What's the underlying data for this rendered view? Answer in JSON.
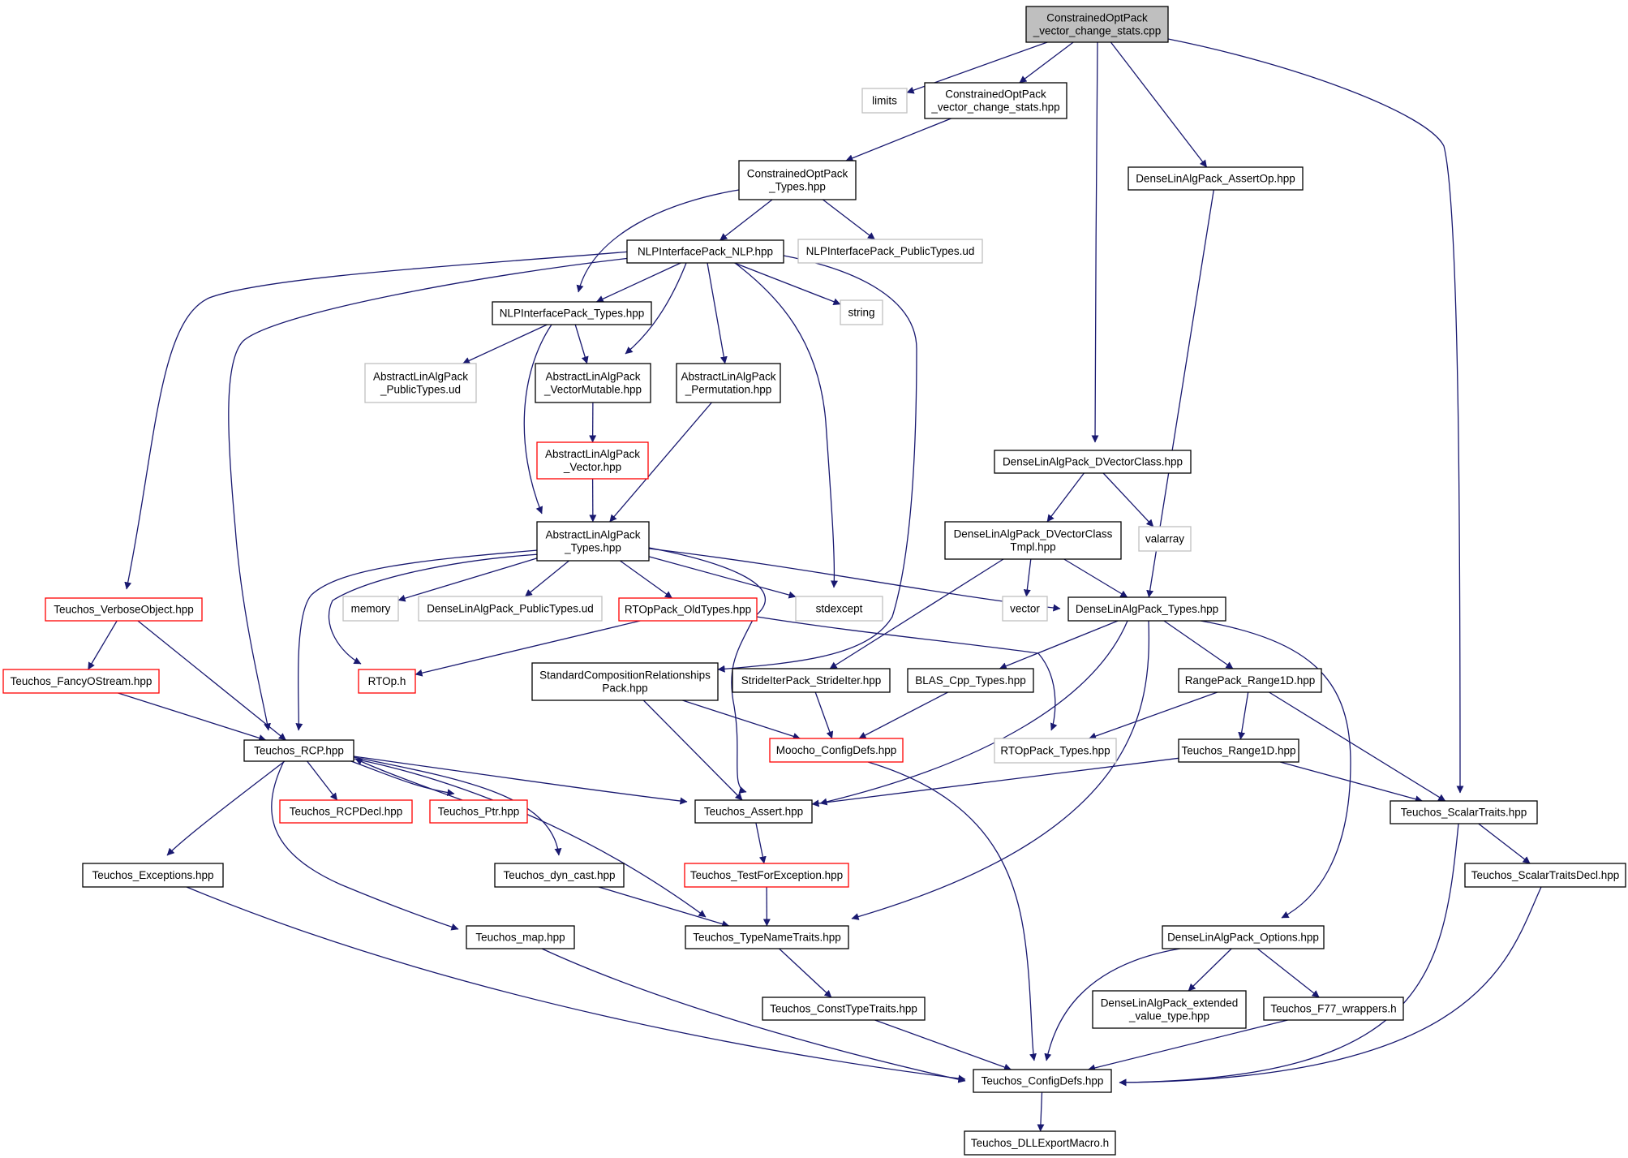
{
  "colors": {
    "edge": "#191970",
    "normal_border": "#000000",
    "external_border": "#bfbfbf",
    "incomplete_border": "#ff0000",
    "root_fill": "#bfbfbf",
    "text": "#000000"
  },
  "nodes": [
    {
      "id": "root",
      "lines": [
        "ConstrainedOptPack",
        "_vector_change_stats.cpp"
      ],
      "kind": "root"
    },
    {
      "id": "limits",
      "lines": [
        "limits"
      ],
      "kind": "external"
    },
    {
      "id": "cop_vcs_hpp",
      "lines": [
        "ConstrainedOptPack",
        "_vector_change_stats.hpp"
      ],
      "kind": "normal"
    },
    {
      "id": "dla_assertop",
      "lines": [
        "DenseLinAlgPack_AssertOp.hpp"
      ],
      "kind": "normal"
    },
    {
      "id": "cop_types",
      "lines": [
        "ConstrainedOptPack",
        "_Types.hpp"
      ],
      "kind": "normal"
    },
    {
      "id": "nlp_nlp",
      "lines": [
        "NLPInterfacePack_NLP.hpp"
      ],
      "kind": "normal"
    },
    {
      "id": "nlp_publictypes",
      "lines": [
        "NLPInterfacePack_PublicTypes.ud"
      ],
      "kind": "external"
    },
    {
      "id": "nlp_types",
      "lines": [
        "NLPInterfacePack_Types.hpp"
      ],
      "kind": "normal"
    },
    {
      "id": "string",
      "lines": [
        "string"
      ],
      "kind": "external"
    },
    {
      "id": "ala_publictypes",
      "lines": [
        "AbstractLinAlgPack",
        "_PublicTypes.ud"
      ],
      "kind": "external"
    },
    {
      "id": "ala_vecmut",
      "lines": [
        "AbstractLinAlgPack",
        "_VectorMutable.hpp"
      ],
      "kind": "normal"
    },
    {
      "id": "ala_perm",
      "lines": [
        "AbstractLinAlgPack",
        "_Permutation.hpp"
      ],
      "kind": "normal"
    },
    {
      "id": "ala_vector",
      "lines": [
        "AbstractLinAlgPack",
        "_Vector.hpp"
      ],
      "kind": "incomplete"
    },
    {
      "id": "dla_dvec",
      "lines": [
        "DenseLinAlgPack_DVectorClass.hpp"
      ],
      "kind": "normal"
    },
    {
      "id": "dla_dvectmpl",
      "lines": [
        "DenseLinAlgPack_DVectorClass",
        "Tmpl.hpp"
      ],
      "kind": "normal"
    },
    {
      "id": "valarray",
      "lines": [
        "valarray"
      ],
      "kind": "external"
    },
    {
      "id": "ala_types",
      "lines": [
        "AbstractLinAlgPack",
        "_Types.hpp"
      ],
      "kind": "normal"
    },
    {
      "id": "verbose",
      "lines": [
        "Teuchos_VerboseObject.hpp"
      ],
      "kind": "incomplete"
    },
    {
      "id": "memory",
      "lines": [
        "memory"
      ],
      "kind": "external"
    },
    {
      "id": "dla_publictypes",
      "lines": [
        "DenseLinAlgPack_PublicTypes.ud"
      ],
      "kind": "external"
    },
    {
      "id": "rtop_oldtypes",
      "lines": [
        "RTOpPack_OldTypes.hpp"
      ],
      "kind": "incomplete"
    },
    {
      "id": "stdexcept",
      "lines": [
        "stdexcept"
      ],
      "kind": "external"
    },
    {
      "id": "vector",
      "lines": [
        "vector"
      ],
      "kind": "external"
    },
    {
      "id": "dla_types",
      "lines": [
        "DenseLinAlgPack_Types.hpp"
      ],
      "kind": "normal"
    },
    {
      "id": "fancyostream",
      "lines": [
        "Teuchos_FancyOStream.hpp"
      ],
      "kind": "incomplete"
    },
    {
      "id": "rtop_h",
      "lines": [
        "RTOp.h"
      ],
      "kind": "incomplete"
    },
    {
      "id": "scrpack",
      "lines": [
        "StandardCompositionRelationships",
        "Pack.hpp"
      ],
      "kind": "normal"
    },
    {
      "id": "strideiter",
      "lines": [
        "StrideIterPack_StrideIter.hpp"
      ],
      "kind": "normal"
    },
    {
      "id": "blas_types",
      "lines": [
        "BLAS_Cpp_Types.hpp"
      ],
      "kind": "normal"
    },
    {
      "id": "range1d_pack",
      "lines": [
        "RangePack_Range1D.hpp"
      ],
      "kind": "normal"
    },
    {
      "id": "rcp",
      "lines": [
        "Teuchos_RCP.hpp"
      ],
      "kind": "normal"
    },
    {
      "id": "moocho_cfg",
      "lines": [
        "Moocho_ConfigDefs.hpp"
      ],
      "kind": "incomplete"
    },
    {
      "id": "rtop_types",
      "lines": [
        "RTOpPack_Types.hpp"
      ],
      "kind": "external"
    },
    {
      "id": "teuchos_range1d",
      "lines": [
        "Teuchos_Range1D.hpp"
      ],
      "kind": "normal"
    },
    {
      "id": "rcpdecl",
      "lines": [
        "Teuchos_RCPDecl.hpp"
      ],
      "kind": "incomplete"
    },
    {
      "id": "ptr",
      "lines": [
        "Teuchos_Ptr.hpp"
      ],
      "kind": "incomplete"
    },
    {
      "id": "assert",
      "lines": [
        "Teuchos_Assert.hpp"
      ],
      "kind": "normal"
    },
    {
      "id": "scalartraits",
      "lines": [
        "Teuchos_ScalarTraits.hpp"
      ],
      "kind": "normal"
    },
    {
      "id": "exceptions",
      "lines": [
        "Teuchos_Exceptions.hpp"
      ],
      "kind": "normal"
    },
    {
      "id": "dyncast",
      "lines": [
        "Teuchos_dyn_cast.hpp"
      ],
      "kind": "normal"
    },
    {
      "id": "testforexc",
      "lines": [
        "Teuchos_TestForException.hpp"
      ],
      "kind": "incomplete"
    },
    {
      "id": "scalartraitsdecl",
      "lines": [
        "Teuchos_ScalarTraitsDecl.hpp"
      ],
      "kind": "normal"
    },
    {
      "id": "map",
      "lines": [
        "Teuchos_map.hpp"
      ],
      "kind": "normal"
    },
    {
      "id": "typenametraits",
      "lines": [
        "Teuchos_TypeNameTraits.hpp"
      ],
      "kind": "normal"
    },
    {
      "id": "dla_options",
      "lines": [
        "DenseLinAlgPack_Options.hpp"
      ],
      "kind": "normal"
    },
    {
      "id": "consttypetraits",
      "lines": [
        "Teuchos_ConstTypeTraits.hpp"
      ],
      "kind": "normal"
    },
    {
      "id": "dla_extvt",
      "lines": [
        "DenseLinAlgPack_extended",
        "_value_type.hpp"
      ],
      "kind": "normal"
    },
    {
      "id": "f77",
      "lines": [
        "Teuchos_F77_wrappers.h"
      ],
      "kind": "normal"
    },
    {
      "id": "configdefs",
      "lines": [
        "Teuchos_ConfigDefs.hpp"
      ],
      "kind": "normal"
    },
    {
      "id": "dllexport",
      "lines": [
        "Teuchos_DLLExportMacro.h"
      ],
      "kind": "normal"
    }
  ],
  "edges": [
    [
      "root",
      "limits"
    ],
    [
      "root",
      "cop_vcs_hpp"
    ],
    [
      "root",
      "dla_assertop"
    ],
    [
      "root",
      "dla_dvec"
    ],
    [
      "root",
      "scalartraits"
    ],
    [
      "cop_vcs_hpp",
      "cop_types"
    ],
    [
      "cop_types",
      "nlp_nlp"
    ],
    [
      "cop_types",
      "nlp_publictypes"
    ],
    [
      "cop_types",
      "nlp_types"
    ],
    [
      "nlp_nlp",
      "nlp_types"
    ],
    [
      "nlp_nlp",
      "string"
    ],
    [
      "nlp_nlp",
      "ala_vecmut"
    ],
    [
      "nlp_nlp",
      "ala_perm"
    ],
    [
      "nlp_nlp",
      "stdexcept"
    ],
    [
      "nlp_nlp",
      "verbose"
    ],
    [
      "nlp_nlp",
      "rcp"
    ],
    [
      "nlp_nlp",
      "scrpack"
    ],
    [
      "nlp_types",
      "ala_publictypes"
    ],
    [
      "nlp_types",
      "ala_vecmut"
    ],
    [
      "nlp_types",
      "ala_types"
    ],
    [
      "ala_vecmut",
      "ala_vector"
    ],
    [
      "ala_vector",
      "ala_types"
    ],
    [
      "ala_perm",
      "ala_types"
    ],
    [
      "dla_assertop",
      "dla_types"
    ],
    [
      "dla_dvec",
      "dla_dvectmpl"
    ],
    [
      "dla_dvec",
      "valarray"
    ],
    [
      "dla_dvectmpl",
      "vector"
    ],
    [
      "dla_dvectmpl",
      "dla_types"
    ],
    [
      "dla_dvectmpl",
      "strideiter"
    ],
    [
      "ala_types",
      "memory"
    ],
    [
      "ala_types",
      "dla_publictypes"
    ],
    [
      "ala_types",
      "rtop_oldtypes"
    ],
    [
      "ala_types",
      "stdexcept"
    ],
    [
      "ala_types",
      "dla_types"
    ],
    [
      "ala_types",
      "rtop_h"
    ],
    [
      "ala_types",
      "rcp"
    ],
    [
      "ala_types",
      "assert"
    ],
    [
      "verbose",
      "fancyostream"
    ],
    [
      "verbose",
      "rcp"
    ],
    [
      "fancyostream",
      "rcp"
    ],
    [
      "rtop_oldtypes",
      "rtop_h"
    ],
    [
      "rtop_oldtypes",
      "rtop_types"
    ],
    [
      "dla_types",
      "blas_types"
    ],
    [
      "dla_types",
      "range1d_pack"
    ],
    [
      "dla_types",
      "assert"
    ],
    [
      "dla_types",
      "typenametraits"
    ],
    [
      "dla_types",
      "dla_options"
    ],
    [
      "scrpack",
      "moocho_cfg"
    ],
    [
      "scrpack",
      "assert"
    ],
    [
      "strideiter",
      "moocho_cfg"
    ],
    [
      "blas_types",
      "moocho_cfg"
    ],
    [
      "range1d_pack",
      "rtop_types"
    ],
    [
      "range1d_pack",
      "teuchos_range1d"
    ],
    [
      "range1d_pack",
      "scalartraits"
    ],
    [
      "teuchos_range1d",
      "assert"
    ],
    [
      "teuchos_range1d",
      "scalartraits"
    ],
    [
      "rcp",
      "rcpdecl"
    ],
    [
      "rcp",
      "ptr"
    ],
    [
      "ptr",
      "rcp"
    ],
    [
      "rcp",
      "assert"
    ],
    [
      "rcp",
      "exceptions"
    ],
    [
      "rcp",
      "dyncast"
    ],
    [
      "rcp",
      "map"
    ],
    [
      "rcp",
      "typenametraits"
    ],
    [
      "moocho_cfg",
      "configdefs"
    ],
    [
      "assert",
      "testforexc"
    ],
    [
      "testforexc",
      "typenametraits"
    ],
    [
      "dyncast",
      "typenametraits"
    ],
    [
      "scalartraits",
      "scalartraitsdecl"
    ],
    [
      "scalartraits",
      "configdefs"
    ],
    [
      "scalartraitsdecl",
      "configdefs"
    ],
    [
      "exceptions",
      "configdefs"
    ],
    [
      "map",
      "configdefs"
    ],
    [
      "typenametraits",
      "consttypetraits"
    ],
    [
      "consttypetraits",
      "configdefs"
    ],
    [
      "dla_options",
      "dla_extvt"
    ],
    [
      "dla_options",
      "f77"
    ],
    [
      "dla_options",
      "configdefs"
    ],
    [
      "f77",
      "configdefs"
    ],
    [
      "configdefs",
      "dllexport"
    ]
  ]
}
